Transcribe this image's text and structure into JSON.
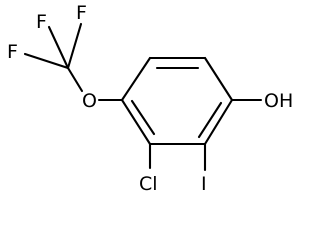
{
  "molecule": {
    "atoms": {
      "F1": "F",
      "F2": "F",
      "F3": "F",
      "O_ether": "O",
      "OH": "OH",
      "Cl": "Cl",
      "I": "I"
    }
  }
}
